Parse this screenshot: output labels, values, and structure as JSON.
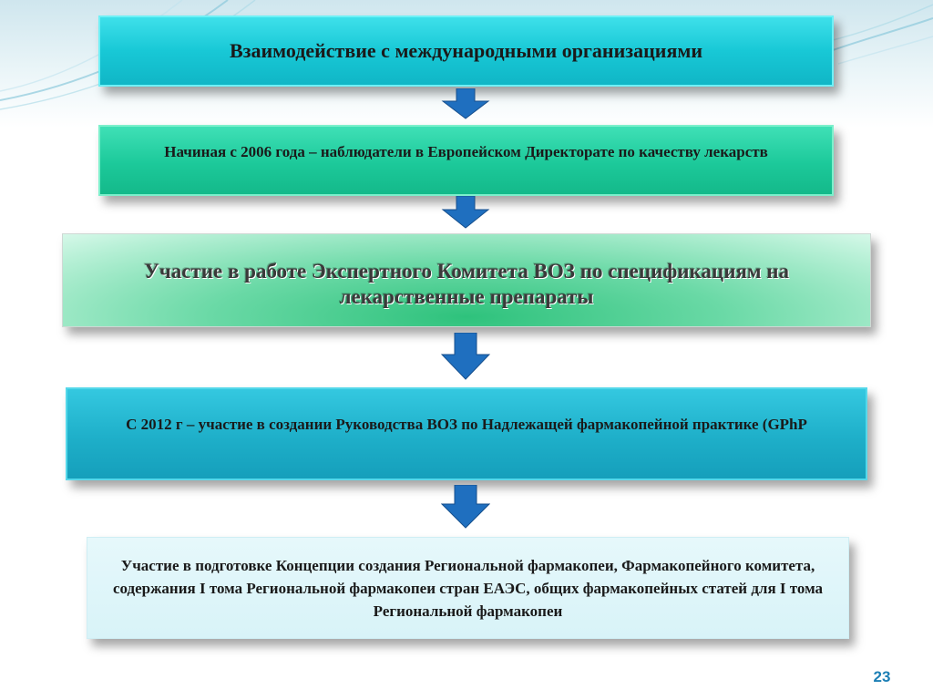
{
  "flow": {
    "box1": "Взаимодействие с международными организациями",
    "box2": "Начиная с 2006 года – наблюдатели в Европейском Директорате по качеству лекарств",
    "box3": "Участие в работе Экспертного Комитета ВОЗ по спецификациям на лекарственные препараты",
    "box4": "С 2012 г – участие в создании Руководства ВОЗ по Надлежащей фармакопейной практике (GPhP",
    "box5": "Участие в подготовке Концепции создания Региональной фармакопеи, Фармакопейного комитета, содержания I тома Региональной фармакопеи стран ЕАЭС, общих фармакопейных статей для I тома Региональной фармакопеи"
  },
  "page_number": "23",
  "colors": {
    "box1": "#18c8d6",
    "box2": "#1cc99a",
    "box3": "#6ad9a6",
    "box4": "#1eafc9",
    "box5": "#d8f3f8",
    "arrow": "#1f6fbf",
    "page_number": "#1c7fb5"
  }
}
